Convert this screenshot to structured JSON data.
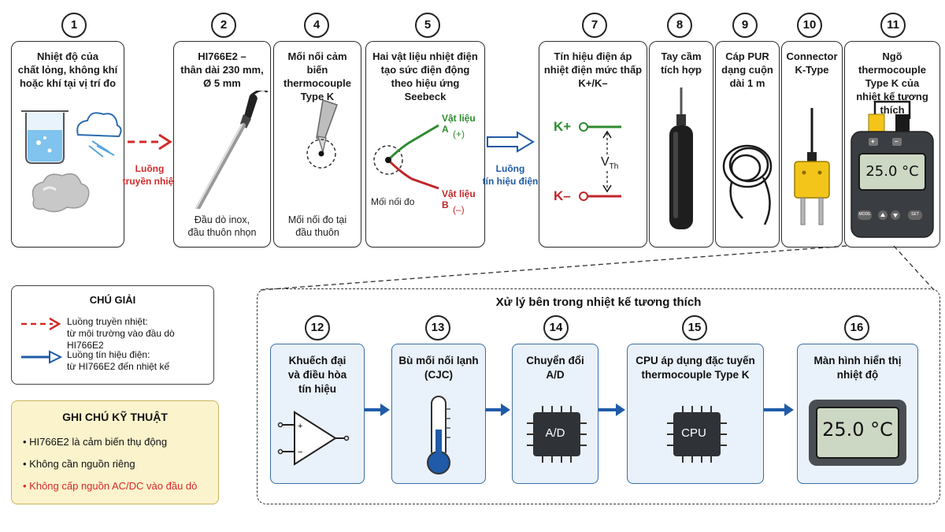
{
  "steps": [
    {
      "num": "1",
      "title_lines": [
        "Nhiệt độ của",
        "chất lỏng, không khí",
        "hoặc khí tại vị trí đo"
      ]
    },
    {
      "num": "2",
      "title_lines": [
        "HI766E2 –",
        "thân dài 230 mm,",
        "Ø 5 mm"
      ],
      "caption": [
        "Đầu dò inox,",
        "đầu thuôn nhọn"
      ]
    },
    {
      "num": "4",
      "title_lines": [
        "Mối nối cảm biến",
        "thermocouple",
        "Type K"
      ],
      "caption": [
        "Mối nối đo tại",
        "đầu thuôn"
      ]
    },
    {
      "num": "5",
      "title_lines": [
        "Hai vật liệu nhiệt điện",
        "tạo sức điện động",
        "theo hiệu ứng Seebeck"
      ],
      "material_a": "Vật liệu A",
      "plus": "(+)",
      "material_b": "Vật liệu B",
      "minus": "(–)",
      "junction": "Mối nối đo"
    },
    {
      "num": "7",
      "title_lines": [
        "Tín hiệu điện áp",
        "nhiệt điện mức thấp",
        "K+/K–"
      ],
      "kplus": "K+",
      "kminus": "K–",
      "vth_main": "V",
      "vth_sub": "Th"
    },
    {
      "num": "8",
      "title_lines": [
        "Tay cầm",
        "tích hợp"
      ]
    },
    {
      "num": "9",
      "title_lines": [
        "Cáp PUR",
        "dạng cuộn",
        "dài 1 m"
      ]
    },
    {
      "num": "10",
      "title_lines": [
        "Connector",
        "K-Type"
      ]
    },
    {
      "num": "11",
      "title_lines": [
        "Ngõ thermocouple",
        "Type K của",
        "nhiệt kế tương thích"
      ],
      "reading": "25.0 °C",
      "btn_plus": "+",
      "btn_minus": "–",
      "btn_mode": "MODE",
      "btn_set": "SET"
    }
  ],
  "flows": {
    "heat_label": [
      "Luồng",
      "truyền nhiệt"
    ],
    "signal_label": [
      "Luồng",
      "tín hiệu điện"
    ]
  },
  "legend": {
    "title": "CHÚ GIẢI",
    "heat_line1": "Luồng truyền nhiệt:",
    "heat_line2": "từ môi trường vào đầu dò HI766E2",
    "signal_line1": "Luồng tín hiệu điện:",
    "signal_line2": "từ HI766E2 đến nhiệt kế"
  },
  "notes": {
    "title": "GHI CHÚ KỸ THUẬT",
    "items": [
      "HI766E2 là cảm biến thụ động",
      "Không cần nguồn riêng",
      "Không cấp nguồn AC/DC vào đầu dò"
    ]
  },
  "processing": {
    "title": "Xử lý bên trong nhiệt kế tương thích",
    "steps": [
      {
        "num": "12",
        "title_lines": [
          "Khuếch đại",
          "và điều hòa",
          "tín hiệu"
        ]
      },
      {
        "num": "13",
        "title_lines": [
          "Bù mối nối lạnh",
          "(CJC)"
        ]
      },
      {
        "num": "14",
        "title_lines": [
          "Chuyển đổi",
          "A/D"
        ],
        "chip_label": "A/D"
      },
      {
        "num": "15",
        "title_lines": [
          "CPU áp dụng đặc tuyến",
          "thermocouple Type K"
        ],
        "chip_label": "CPU"
      },
      {
        "num": "16",
        "title_lines": [
          "Màn hình hiển thị",
          "nhiệt độ"
        ],
        "reading": "25.0 °C"
      }
    ]
  },
  "colors": {
    "heat": "#d42a2a",
    "signal": "#1f5ba8",
    "green": "#2e8b2e",
    "note_bg": "#fbf3cc",
    "process_bg": "#e9f1fb"
  }
}
